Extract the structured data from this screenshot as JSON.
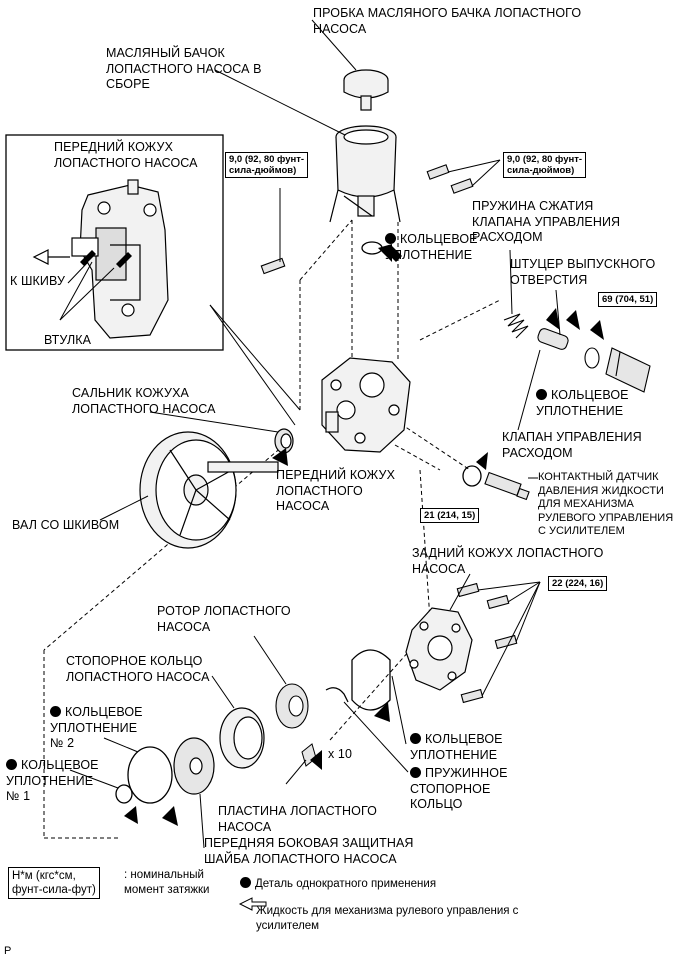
{
  "labels": {
    "reservoir_cap": "ПРОБКА МАСЛЯНОГО БАЧКА ЛОПАСТНОГО\nНАСОСА",
    "reservoir_assy": "МАСЛЯНЫЙ БАЧОК\nЛОПАСТНОГО НАСОСА В\nСБОРЕ",
    "front_housing_inset": "ПЕРЕДНИЙ КОЖУХ\nЛОПАСТНОГО НАСОСА",
    "to_pulley": "К ШКИВУ",
    "bushing": "ВТУЛКА",
    "oring_top": "КОЛЬЦЕВОЕ\nУПЛОТНЕНИЕ",
    "flow_spring": "ПРУЖИНА СЖАТИЯ\nКЛАПАНА УПРАВЛЕНИЯ\nРАСХОДОМ",
    "outlet_union": "ШТУЦЕР ВЫПУСКНОГО\nОТВЕРСТИЯ",
    "oring_right": "КОЛЬЦЕВОЕ\nУПЛОТНЕНИЕ",
    "flow_valve": "КЛАПАН УПРАВЛЕНИЯ\nРАСХОДОМ",
    "pressure_switch": "КОНТАКТНЫЙ ДАТЧИК\nДАВЛЕНИЯ ЖИДКОСТИ\nДЛЯ МЕХАНИЗМА\nРУЛЕВОГО УПРАВЛЕНИЯ\nС УСИЛИТЕЛЕМ",
    "oil_seal": "САЛЬНИК КОЖУХА\nЛОПАСТНОГО НАСОСА",
    "front_housing": "ПЕРЕДНИЙ КОЖУХ\nЛОПАСТНОГО\nНАСОСА",
    "shaft_pulley": "ВАЛ СО ШКИВОМ",
    "rear_housing": "ЗАДНИЙ КОЖУХ ЛОПАСТНОГО\nНАСОСА",
    "rotor": "РОТОР ЛОПАСТНОГО\nНАСОСА",
    "cam_ring": "СТОПОРНОЕ КОЛЬЦО\nЛОПАСТНОГО НАСОСА",
    "oring_no2": "КОЛЬЦЕВОЕ\nУПЛОТНЕНИЕ\n№ 2",
    "oring_no1": "КОЛЬЦЕВОЕ\nУПЛОТНЕНИЕ\n№ 1",
    "oring_rear": "КОЛЬЦЕВОЕ\nУПЛОТНЕНИЕ",
    "snap_ring": "ПРУЖИННОЕ\nСТОПОРНОЕ\nКОЛЬЦО",
    "vane_plate": "ПЛАСТИНА ЛОПАСТНОГО\nНАСОСА",
    "side_plate": "ПЕРЕДНЯЯ БОКОВАЯ ЗАЩИТНАЯ\nШАЙБА ЛОПАСТНОГО НАСОСА",
    "x10": "x 10"
  },
  "torques": {
    "t_left": "9,0 (92, 80 фунт-\nсила-дюймов)",
    "t_right": "9,0 (92, 80 фунт-\nсила-дюймов)",
    "t_union": "69 (704, 51)",
    "t_switch": "21 (214, 15)",
    "t_rear": "22 (224, 16)"
  },
  "legend": {
    "unit_box": "Н*м (кгс*см,\nфунт-сила-фут)",
    "unit_desc": ": номинальный\nмомент затяжки",
    "single_use": "Деталь однократного применения",
    "fluid": "Жидкость для механизма рулевого управления с\nусилителем"
  },
  "footer": {
    "page_marker": "P"
  },
  "colors": {
    "ink": "#000000",
    "paper": "#ffffff",
    "part_fill": "#f2f2f2",
    "part_shade": "#cfcfcf"
  }
}
